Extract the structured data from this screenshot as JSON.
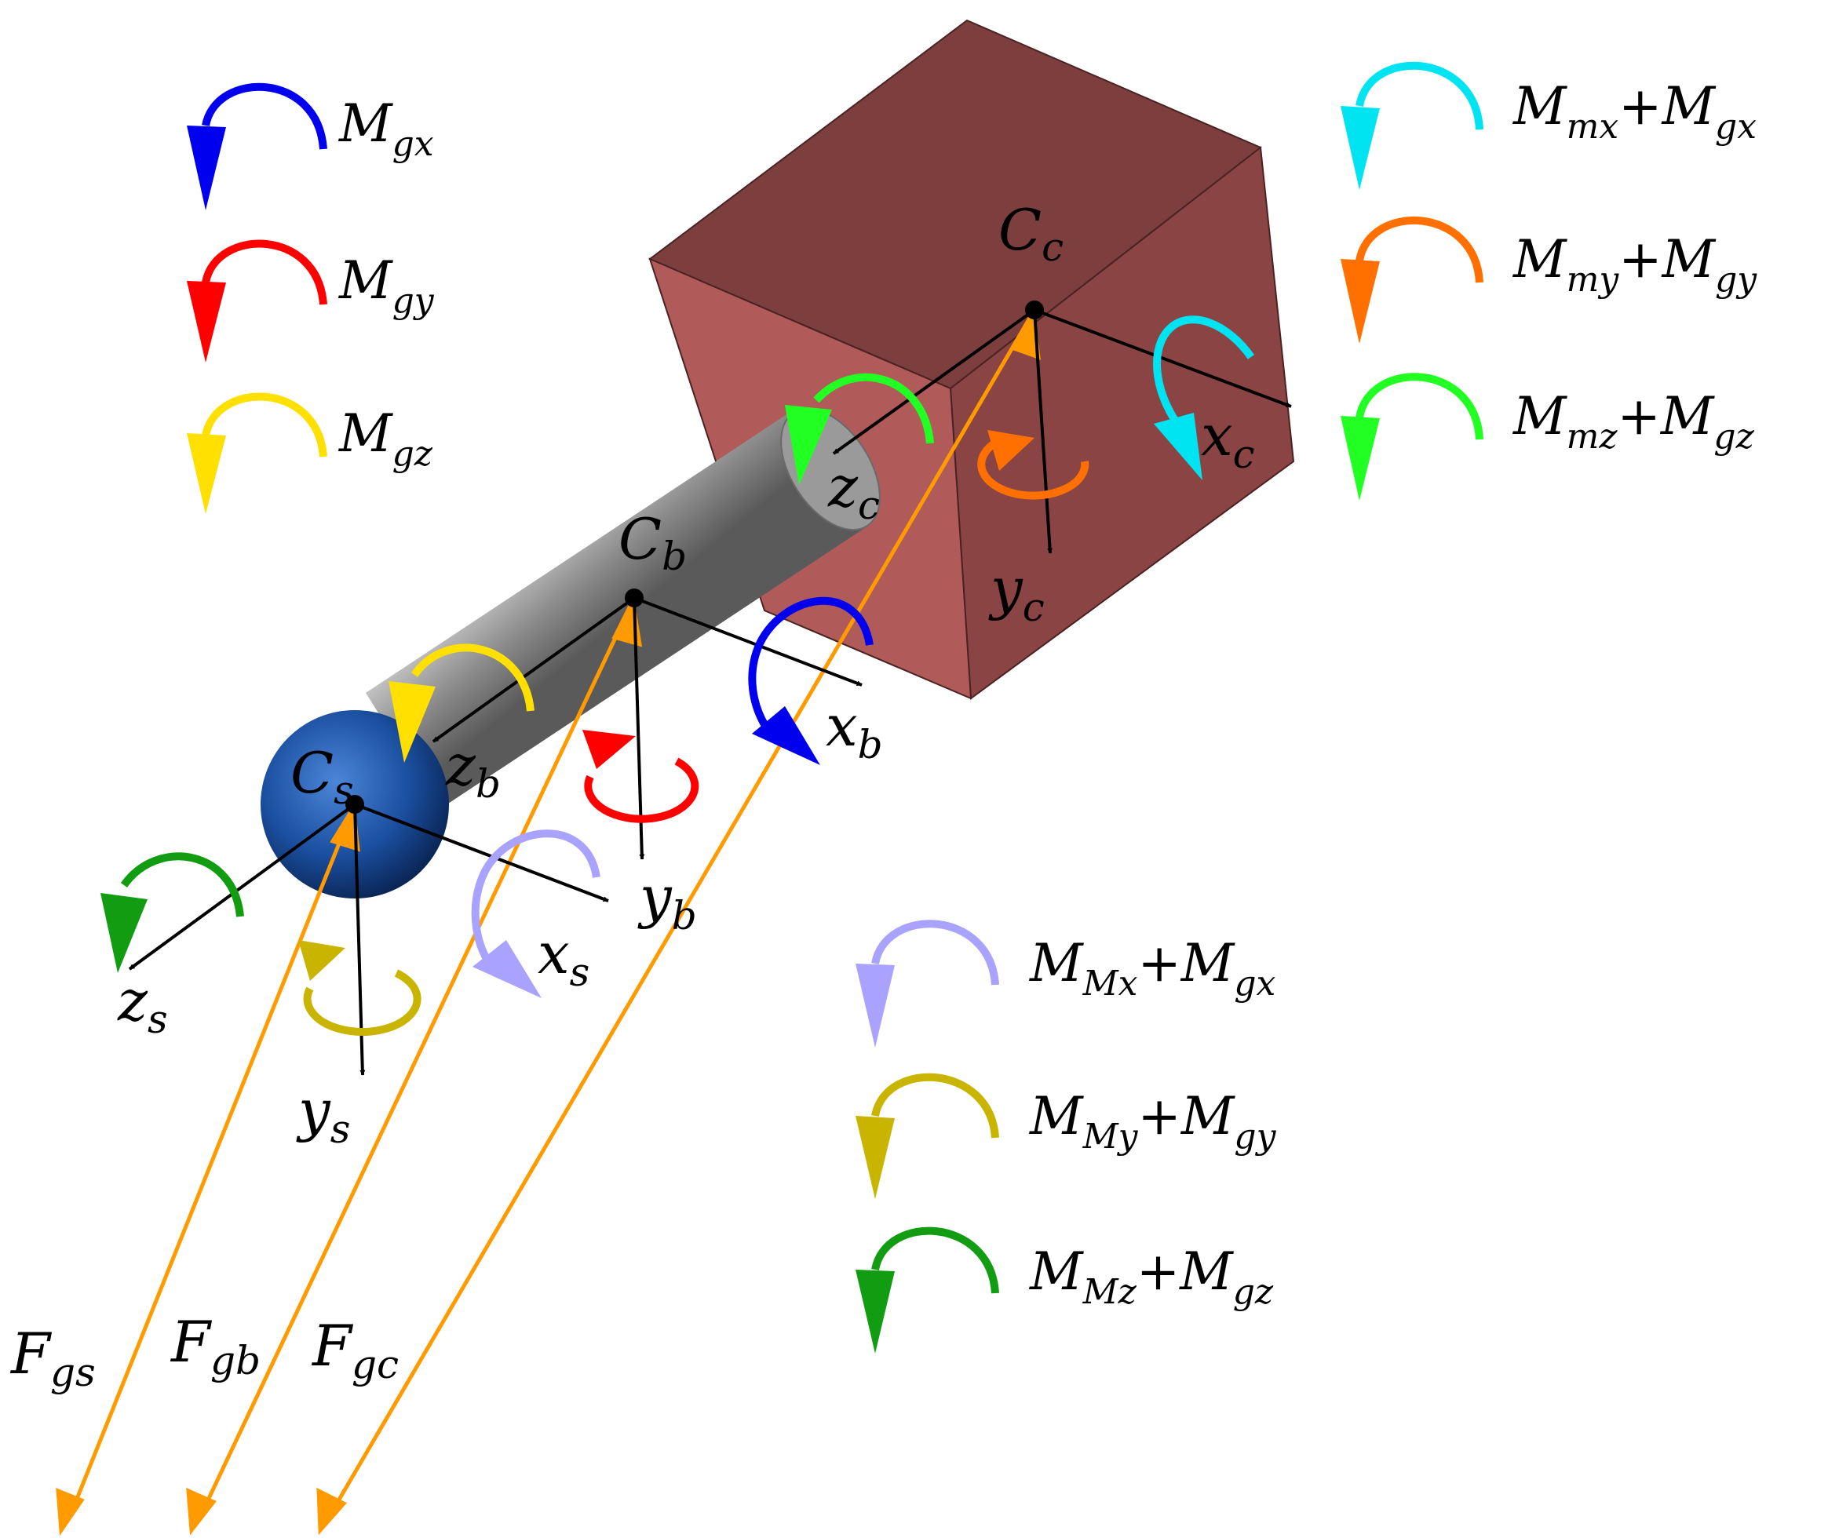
{
  "colors": {
    "gx": "#0000ee",
    "gy": "#ff0000",
    "gz": "#ffe000",
    "cx": "#00e4f2",
    "cy": "#ff7000",
    "cz": "#22ff22",
    "sx": "#a9a2ff",
    "sy": "#c9b400",
    "sz": "#119c11",
    "gravity": "#ff9a00",
    "axis": "#000000",
    "cube_front": "#b05a5a",
    "cube_top": "#7d3e3e",
    "cube_side": "#8b4444",
    "rod": "#8a8a8a",
    "sphere": "#1b4fa0"
  },
  "points": {
    "cc": {
      "sym": "C",
      "sub": "c"
    },
    "cb": {
      "sym": "C",
      "sub": "b"
    },
    "cs": {
      "sym": "C",
      "sub": "s"
    }
  },
  "axes": {
    "xc": {
      "sym": "x",
      "sub": "c"
    },
    "yc": {
      "sym": "y",
      "sub": "c"
    },
    "zc": {
      "sym": "z",
      "sub": "c"
    },
    "xb": {
      "sym": "x",
      "sub": "b"
    },
    "yb": {
      "sym": "y",
      "sub": "b"
    },
    "zb": {
      "sym": "z",
      "sub": "b"
    },
    "xs": {
      "sym": "x",
      "sub": "s"
    },
    "ys": {
      "sym": "y",
      "sub": "s"
    },
    "zs": {
      "sym": "z",
      "sub": "s"
    }
  },
  "forces": {
    "fgs": {
      "sym": "F",
      "sub": "gs"
    },
    "fgb": {
      "sym": "F",
      "sub": "gb"
    },
    "fgc": {
      "sym": "F",
      "sub": "gc"
    }
  },
  "legend": {
    "gx": {
      "m": "M",
      "s": "gx"
    },
    "gy": {
      "m": "M",
      "s": "gy"
    },
    "gz": {
      "m": "M",
      "s": "gz"
    },
    "cx": {
      "m1": "M",
      "s1": "mx",
      "plus": "+",
      "m2": "M",
      "s2": "gx"
    },
    "cy": {
      "m1": "M",
      "s1": "my",
      "plus": "+",
      "m2": "M",
      "s2": "gy"
    },
    "cz": {
      "m1": "M",
      "s1": "mz",
      "plus": "+",
      "m2": "M",
      "s2": "gz"
    },
    "sx": {
      "m1": "M",
      "s1": "Mx",
      "plus": "+",
      "m2": "M",
      "s2": "gx"
    },
    "sy": {
      "m1": "M",
      "s1": "My",
      "plus": "+",
      "m2": "M",
      "s2": "gy"
    },
    "sz": {
      "m1": "M",
      "s1": "Mz",
      "plus": "+",
      "m2": "M",
      "s2": "gz"
    }
  }
}
